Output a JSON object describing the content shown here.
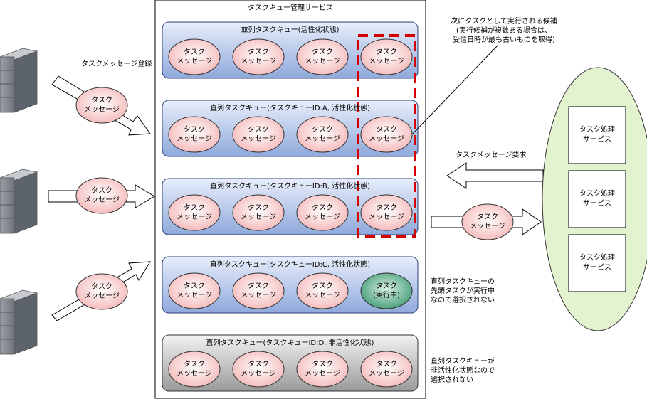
{
  "service_title": "タスクキュー管理サービス",
  "register_label": "タスクメッセージ登録",
  "request_label": "タスクメッセージ要求",
  "candidate_note": [
    "次にタスクとして実行される候補",
    "(実行候補が複数ある場合は、",
    "受信日時が最も古いものを取得)"
  ],
  "note_running": [
    "直列タスクキューの",
    "先頭タスクが実行中",
    "なので選択されない"
  ],
  "note_inactive": [
    "直列タスクキューが",
    "非活性化状態なので",
    "選択されない"
  ],
  "message_lines": [
    "タスク",
    "メッセージ"
  ],
  "running_lines": [
    "タスク",
    "(実行中)"
  ],
  "queues": [
    {
      "title": "並列タスクキュー(活性化状態)",
      "state": "active"
    },
    {
      "title": "直列タスクキュー(タスクキューID:A, 活性化状態)",
      "state": "active"
    },
    {
      "title": "直列タスクキュー(タスクキューID:B, 活性化状態)",
      "state": "active"
    },
    {
      "title": "直列タスクキュー(タスクキューID:C, 活性化状態)",
      "state": "active-running"
    },
    {
      "title": "直列タスクキュー(タスクキューID:D, 非活性化状態)",
      "state": "inactive"
    }
  ],
  "processors": [
    [
      "タスク処理",
      "サービス"
    ],
    [
      "タスク処理",
      "サービス"
    ],
    [
      "タスク処理",
      "サービス"
    ]
  ],
  "colors": {
    "queue_blue_top": "#e8eefb",
    "queue_blue_bottom": "#8fa9db",
    "queue_gray_top": "#f2f2f2",
    "queue_gray_bottom": "#9a9a9a",
    "message_pink": "#f7c8c8",
    "running_green": "#4fa680",
    "highlight_red": "#d40000",
    "cluster_green": "#e3f2cf",
    "server_gray": "#8a8f96"
  }
}
